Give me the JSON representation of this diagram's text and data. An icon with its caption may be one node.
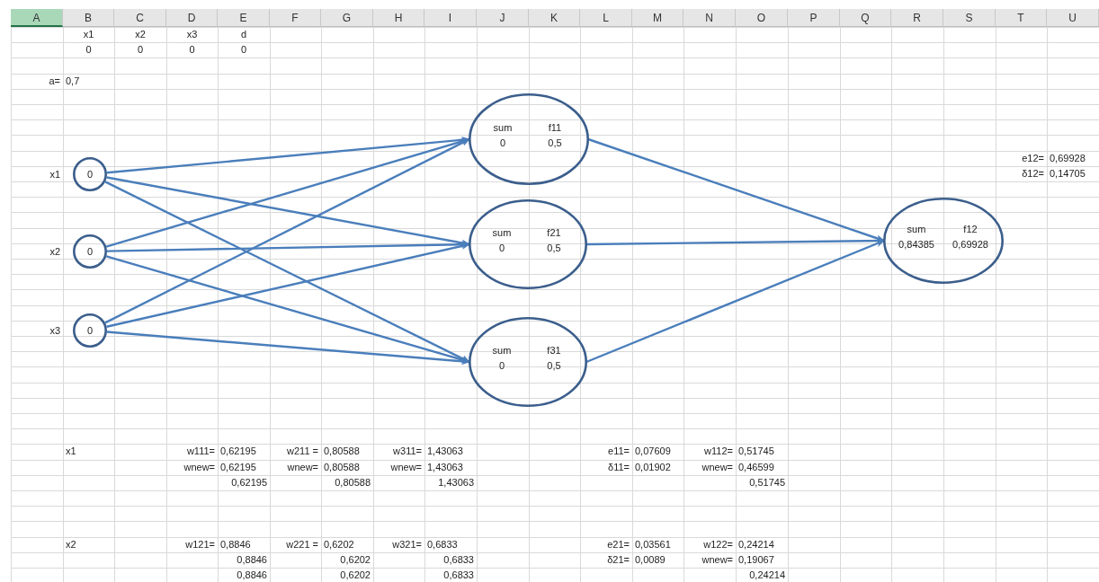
{
  "diagram": {
    "nodes": [
      {
        "text": [
          "0"
        ],
        "beside": [
          "x1"
        ]
      },
      {
        "text": [
          "0"
        ],
        "beside": [
          "x2"
        ]
      },
      {
        "text": [
          "0"
        ],
        "beside": [
          "x3"
        ]
      },
      {
        "text": [
          "sum",
          "f11",
          "0",
          "0,5"
        ]
      },
      {
        "text": [
          "sum",
          "f21",
          "0",
          "0,5"
        ]
      },
      {
        "text": [
          "sum",
          "f31",
          "0",
          "0,5"
        ]
      },
      {
        "text": [
          "sum",
          "f12",
          "0,84385",
          "0,69928"
        ]
      }
    ],
    "edges": [
      {
        "from": 0,
        "to": 3,
        "arrow": "to"
      },
      {
        "from": 0,
        "to": 4,
        "arrow": "to"
      },
      {
        "from": 0,
        "to": 5,
        "arrow": "to"
      },
      {
        "from": 1,
        "to": 3,
        "arrow": "to"
      },
      {
        "from": 1,
        "to": 4,
        "arrow": "to"
      },
      {
        "from": 1,
        "to": 5,
        "arrow": "to"
      },
      {
        "from": 2,
        "to": 3,
        "arrow": "to"
      },
      {
        "from": 2,
        "to": 4,
        "arrow": "to"
      },
      {
        "from": 2,
        "to": 5,
        "arrow": "to"
      },
      {
        "from": 3,
        "to": 6,
        "arrow": "to"
      },
      {
        "from": 4,
        "to": 6,
        "arrow": "to"
      },
      {
        "from": 5,
        "to": 6,
        "arrow": "to"
      }
    ],
    "labels": [
      "A",
      "B",
      "C",
      "D",
      "E",
      "F",
      "G",
      "H",
      "I",
      "J",
      "K",
      "L",
      "M",
      "N",
      "O",
      "P",
      "Q",
      "R",
      "S",
      "T",
      "U",
      "x1",
      "x2",
      "x3",
      "d",
      "0",
      "0",
      "0",
      "0",
      "a=",
      "0,7",
      "e12=",
      "0,69928",
      "δ12=",
      "0,14705",
      "x1",
      "w111=",
      "0,62195",
      "w211 =",
      "0,80588",
      "w311=",
      "1,43063",
      "e11=",
      "0,07609",
      "w112=",
      "0,51745",
      "wnew=",
      "0,62195",
      "wnew=",
      "0,80588",
      "wnew=",
      "1,43063",
      "δ11=",
      "0,01902",
      "wnew=",
      "0,46599",
      "0,62195",
      "0,80588",
      "1,43063",
      "0,51745",
      "x2",
      "w121=",
      "0,8846",
      "w221 =",
      "0,6202",
      "w321=",
      "0,6833",
      "e21=",
      "0,03561",
      "w122=",
      "0,24214",
      "0,8846",
      "0,6202",
      "0,6833",
      "δ21=",
      "0,0089",
      "wnew=",
      "0,19067",
      "0,8846",
      "0,6202",
      "0,6833",
      "0,24214"
    ]
  }
}
